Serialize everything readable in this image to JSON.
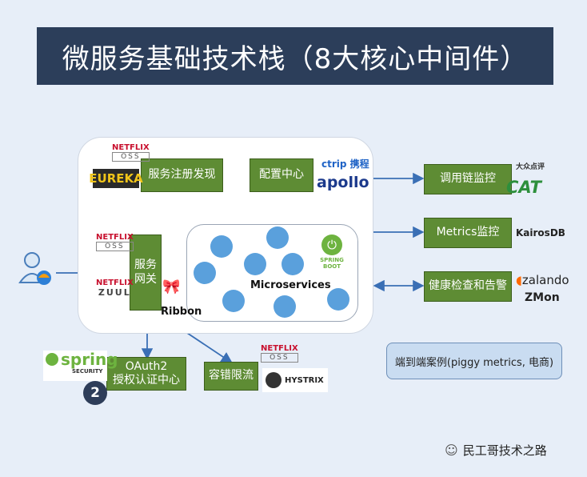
{
  "title": "微服务基础技术栈（8大核心中间件）",
  "boxes": {
    "registry": "服务注册发现",
    "config": "配置中心",
    "gateway": "服务\n网关",
    "oauth": "OAuth2\n授权认证中心",
    "fault": "容错限流",
    "trace": "调用链监控",
    "metrics": "Metrics监控",
    "health": "健康检查和告警"
  },
  "microservices_label": "Microservices",
  "ribbon_label": "Ribbon",
  "case_button": "端到端案例(piggy metrics, 电商)",
  "logos": {
    "netflix": "NETFLIX",
    "oss": "OSS",
    "eureka": "EUREKA",
    "zuul": "ZUUL",
    "ctrip": "ctrip 携程",
    "apollo": "apollo",
    "spring_boot": "SPRING BOOT",
    "spring": "spring",
    "spring_security": "SECURITY",
    "oauth2_num": "2",
    "hystrix": "HYSTRIX",
    "dianping": "大众点评",
    "cat": "CAT",
    "kairosdb": "KairosDB",
    "zalando": "zalando",
    "zmon": "ZMon"
  },
  "watermark": "民工哥技术之路",
  "colors": {
    "banner": "#2c3e5a",
    "green": "#5e8c34",
    "arrow": "#3a6fb5",
    "dot": "#5aa0dc"
  }
}
